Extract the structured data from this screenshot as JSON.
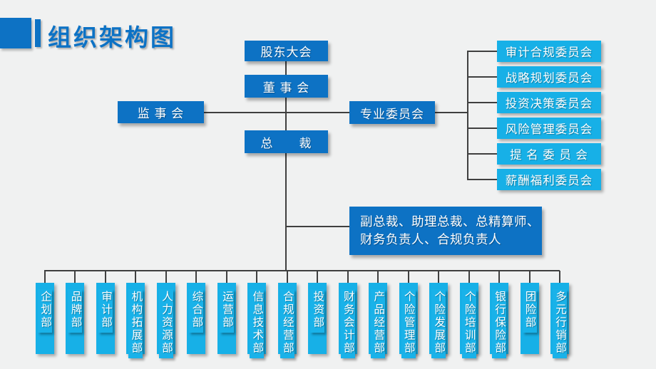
{
  "slide": {
    "title": "组织架构图"
  },
  "colors": {
    "primary_blue": "#0d72c4",
    "cyan": "#17b0e7",
    "line": "#3f3f3f",
    "background": "#f0f1f1",
    "title_text": "#0c72c5"
  },
  "org": {
    "shareholders": "股东大会",
    "board": "董 事 会",
    "supervisory": "监 事 会",
    "committee_parent": "专业委员会",
    "president": "总　　裁",
    "committees": [
      "审计合规委员会",
      "战略规划委员会",
      "投资决策委员会",
      "风险管理委员会",
      "提 名 委 员 会",
      "薪酬福利委员会"
    ],
    "executives_line1": "副总裁、助理总裁、总精算师、",
    "executives_line2": "财务负责人、合规负责人",
    "departments": [
      "企划部",
      "品牌部",
      "审计部",
      "机构拓展部",
      "人力资源部",
      "综合部",
      "运营部",
      "信息技术部",
      "合规经营部",
      "投资部",
      "财务会计部",
      "产品经营部",
      "个险管理部",
      "个险发展部",
      "个险培训部",
      "银行保险部",
      "团险部",
      "多元行销部"
    ]
  }
}
